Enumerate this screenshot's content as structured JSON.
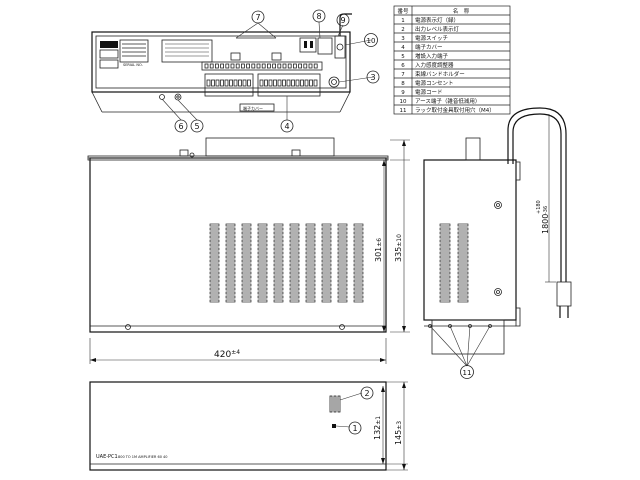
{
  "parts_table": {
    "header": {
      "number": "番号",
      "name": "名　称"
    },
    "rows": [
      {
        "number": "1",
        "name": "電源表示灯（緑）"
      },
      {
        "number": "2",
        "name": "出力レベル表示灯"
      },
      {
        "number": "3",
        "name": "電源スイッチ"
      },
      {
        "number": "4",
        "name": "端子カバー"
      },
      {
        "number": "5",
        "name": "増設入力端子"
      },
      {
        "number": "6",
        "name": "入力感度調整器"
      },
      {
        "number": "7",
        "name": "束線バンドホルダー"
      },
      {
        "number": "8",
        "name": "電源コンセント"
      },
      {
        "number": "9",
        "name": "電源コード"
      },
      {
        "number": "10",
        "name": "アース端子（雑音低減用）"
      },
      {
        "number": "11",
        "name": "ラック取付金具取付用穴（M4）"
      }
    ]
  },
  "callouts": {
    "c1": "1",
    "c2": "2",
    "c3": "3",
    "c4": "4",
    "c5": "5",
    "c6": "6",
    "c7": "7",
    "c8": "8",
    "c9": "9",
    "c10": "10",
    "c11": "11"
  },
  "dimensions": {
    "width_main": "420",
    "width_tol": "±4",
    "depth_inner": "301",
    "depth_inner_tol": "±6",
    "depth_outer": "335",
    "depth_outer_tol": "±10",
    "height_body": "132",
    "height_body_tol": "±1",
    "height_total": "145",
    "height_total_tol": "±3",
    "cord_length": "1800",
    "cord_tol_plus": "+180",
    "cord_tol_minus": "-36"
  },
  "labels": {
    "front_model": "UAE-PC1",
    "front_model_desc": "800 TO 1M AMPLIFIER 60 40",
    "rear_panel_tag": "端子カバー",
    "rear_panel_small": "SERIAL NO."
  }
}
